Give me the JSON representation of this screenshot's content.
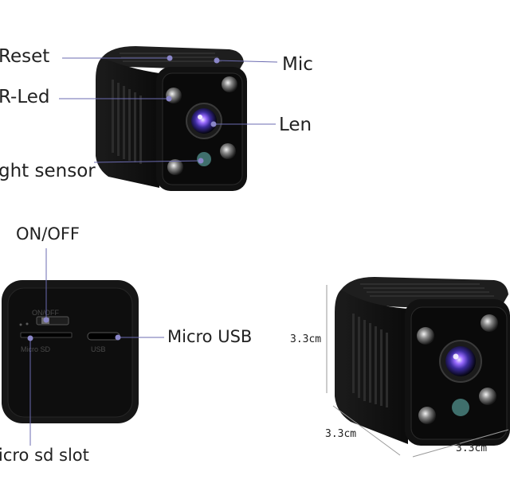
{
  "labels": {
    "reset": "Reset",
    "ir_led": "R-Led",
    "light_sensor": "ght sensor",
    "mic": "Mic",
    "len": "Len",
    "on_off": "ON/OFF",
    "micro_usb": "Micro USB",
    "micro_sd_slot": "icro sd slot"
  },
  "embossed": {
    "on_off": "ON/OFF",
    "micro_sd": "Micro   SD",
    "usb": "USB"
  },
  "dimensions": {
    "height": "3.3cm",
    "depth": "3.3cm",
    "width": "3.3cm"
  },
  "colors": {
    "body": "#141414",
    "leader": "#6b6bb0",
    "dot": "#8a86c8",
    "sensor": "#3f6f6c"
  }
}
